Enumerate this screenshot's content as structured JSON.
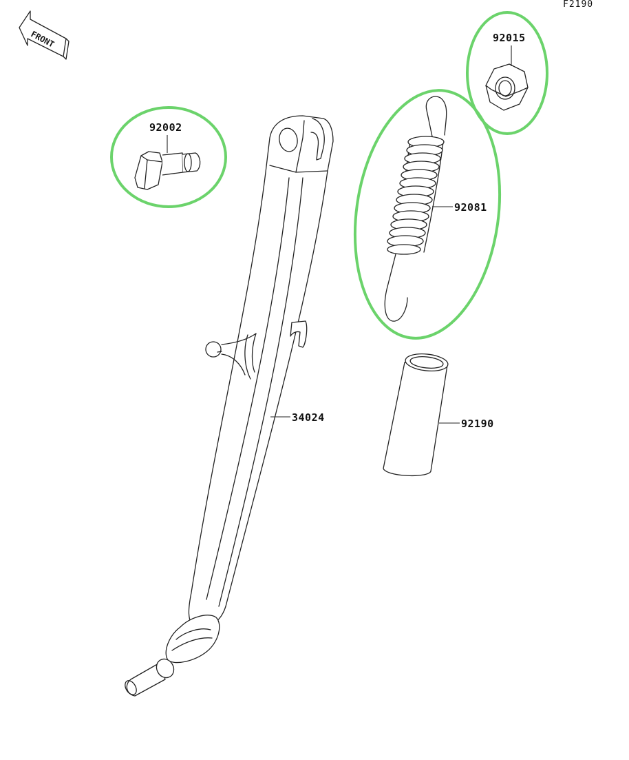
{
  "figure": {
    "code": "F2190",
    "front_label": "FRONT",
    "highlight_color": "#6bd36b",
    "line_color": "#222222",
    "background": "#ffffff"
  },
  "parts": [
    {
      "number": "92015",
      "highlighted": true
    },
    {
      "number": "92002",
      "highlighted": true
    },
    {
      "number": "92081",
      "highlighted": true
    },
    {
      "number": "34024",
      "highlighted": false
    },
    {
      "number": "92190",
      "highlighted": false
    }
  ]
}
